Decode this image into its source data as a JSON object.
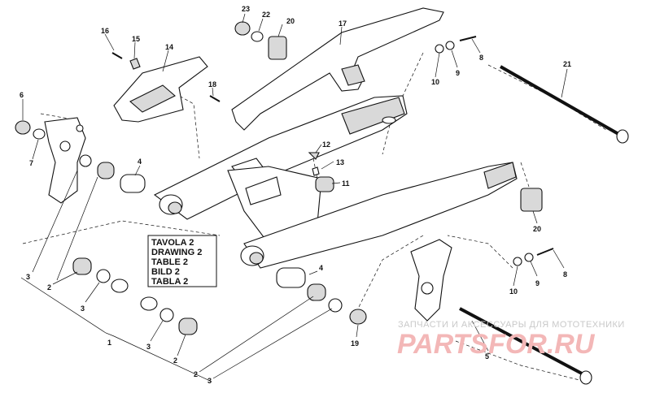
{
  "reference_box": {
    "lines": [
      "TAVOLA 2",
      "DRAWING 2",
      "TABLE 2",
      "BILD 2",
      "TABLA 2"
    ]
  },
  "watermark": {
    "tagline": "ЗАПЧАСТИ И АКСЕССУАРЫ ДЛЯ МОТОТЕХНИКИ",
    "logo": "PARTSFOR.RU"
  },
  "callouts": {
    "c23": "23",
    "c22": "22",
    "c20a": "20",
    "c17": "17",
    "c16": "16",
    "c15": "15",
    "c14": "14",
    "c18": "18",
    "c6": "6",
    "c7": "7",
    "c4a": "4",
    "c12": "12",
    "c13": "13",
    "c11": "11",
    "c10a": "10",
    "c9a": "9",
    "c8a": "8",
    "c21": "21",
    "c20b": "20",
    "c8b": "8",
    "c9b": "9",
    "c10b": "10",
    "c3a": "3",
    "c2a": "2",
    "c3b": "3",
    "c1": "1",
    "c3c": "3",
    "c2b": "2",
    "c4b": "4",
    "c19": "19",
    "c2c": "2",
    "c3d": "3",
    "c5": "5"
  }
}
